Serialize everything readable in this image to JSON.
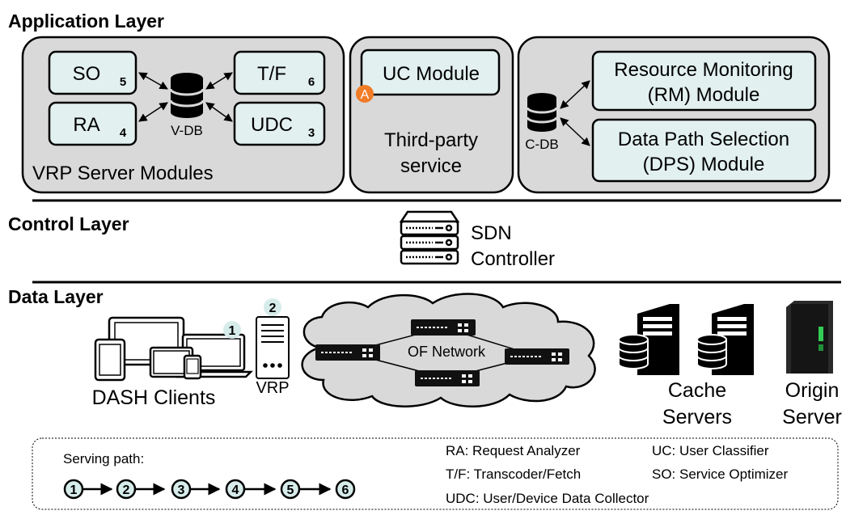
{
  "layers": {
    "application": "Application Layer",
    "control": "Control Layer",
    "data": "Data Layer"
  },
  "vrp_group": {
    "caption": "VRP Server Modules",
    "db_label": "V-DB",
    "modules": [
      {
        "label": "SO",
        "num": "5"
      },
      {
        "label": "RA",
        "num": "4"
      },
      {
        "label": "T/F",
        "num": "6"
      },
      {
        "label": "UDC",
        "num": "3"
      }
    ]
  },
  "third_party": {
    "module": "UC Module",
    "badge": "A",
    "caption_line1": "Third-party",
    "caption_line2": "service"
  },
  "c_group": {
    "db_label": "C-DB",
    "rm_line1": "Resource Monitoring",
    "rm_line2": "(RM) Module",
    "dps_line1": "Data Path Selection",
    "dps_line2": "(DPS) Module"
  },
  "control": {
    "line1": "SDN",
    "line2": "Controller"
  },
  "data_layer": {
    "clients_label": "DASH Clients",
    "clients_badge": "1",
    "vrp_label": "VRP",
    "vrp_badge": "2",
    "network_label": "OF Network",
    "cache_line1": "Cache",
    "cache_line2": "Servers",
    "origin_line1": "Origin",
    "origin_line2": "Server"
  },
  "legend": {
    "serving_path_label": "Serving path:",
    "path_steps": [
      "1",
      "2",
      "3",
      "4",
      "5",
      "6"
    ],
    "abbrev": [
      "RA: Request Analyzer",
      "UC: User Classifier",
      "T/F: Transcoder/Fetch",
      "SO: Service Optimizer",
      "UDC: User/Device Data Collector"
    ]
  },
  "colors": {
    "panel_fill": "#d9d9d9",
    "module_fill": "#e2f0ef",
    "badge_fill": "#d6ecea",
    "uc_badge": "#f07c28"
  }
}
